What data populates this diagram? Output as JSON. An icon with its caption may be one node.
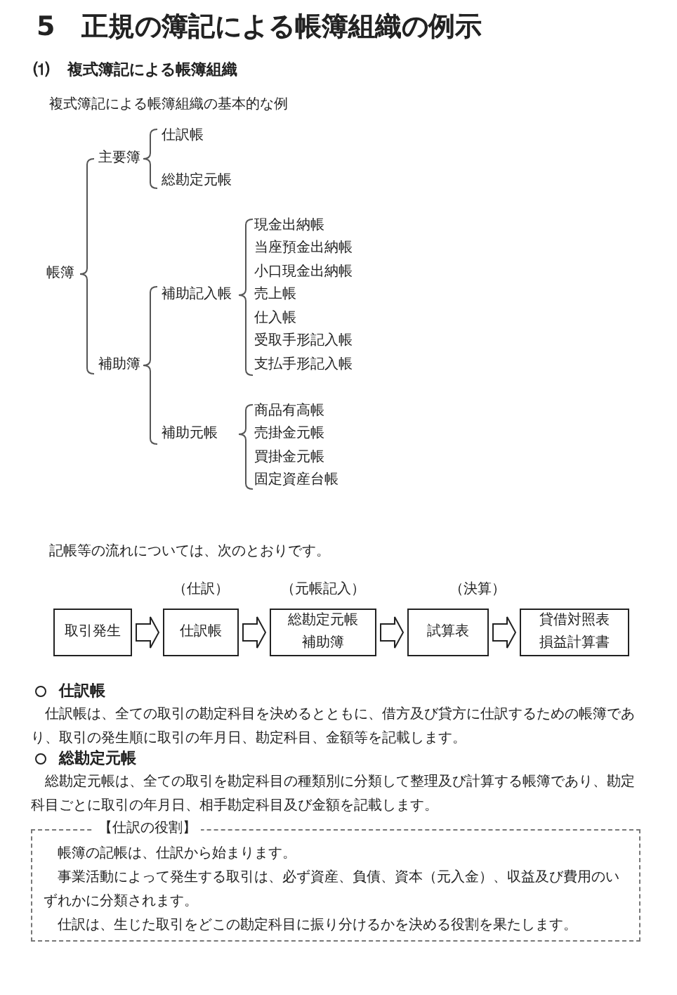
{
  "diagram": {
    "title": "5　正規の簿記による帳簿組織の例示",
    "nodes": [
      {
        "text": [
          "取引発生"
        ]
      },
      {
        "text": [
          "仕訳帳"
        ],
        "beside": [
          "（仕訳）"
        ]
      },
      {
        "text": [
          "総勘定元帳",
          "補助簿"
        ],
        "beside": [
          "（元帳記入）"
        ]
      },
      {
        "text": [
          "試算表"
        ]
      },
      {
        "text": [
          "貸借対照表",
          "損益計算書"
        ]
      },
      {
        "text": [
          "【仕訳の役割】",
          "帳簿の記帳は、仕訳から始まります。",
          "事業活動によって発生する取引は、必ず資産、負債、資本（元入金）、収益及び費用のいずれかに分類されます。",
          "仕訳は、生じた取引をどこの勘定科目に振り分けるかを決める役割を果たします。"
        ]
      }
    ],
    "edges": [
      {
        "from": 0,
        "to": 1,
        "arrow": "to"
      },
      {
        "from": 1,
        "to": 2,
        "arrow": "to"
      },
      {
        "from": 2,
        "to": 3,
        "arrow": "to"
      },
      {
        "from": 3,
        "to": 4,
        "arrow": "to"
      }
    ],
    "labels": [
      "⑴",
      "複式簿記による帳簿組織",
      "複式簿記による帳簿組織の基本的な例",
      "仕訳帳",
      "主要簿",
      "総勘定元帳",
      "帳簿",
      "補助簿",
      "補助記入帳",
      "現金出納帳",
      "当座預金出納帳",
      "小口現金出納帳",
      "売上帳",
      "仕入帳",
      "受取手形記入帳",
      "支払手形記入帳",
      "補助元帳",
      "商品有高帳",
      "売掛金元帳",
      "買掛金元帳",
      "固定資産台帳",
      "記帳等の流れについては、次のとおりです。",
      "（決算）",
      "仕訳帳",
      "仕訳帳は、全ての取引の勘定科目を決めるとともに、借方及び貸方に仕訳するための帳簿であり、取引の発生順に取引の年月日、勘定科目、金額等を記載します。",
      "総勘定元帳",
      "総勘定元帳は、全ての取引を勘定科目の種類別に分類して整理及び計算する帳簿であり、勘定科目ごとに取引の年月日、相手勘定科目及び金額を記載します。"
    ]
  }
}
